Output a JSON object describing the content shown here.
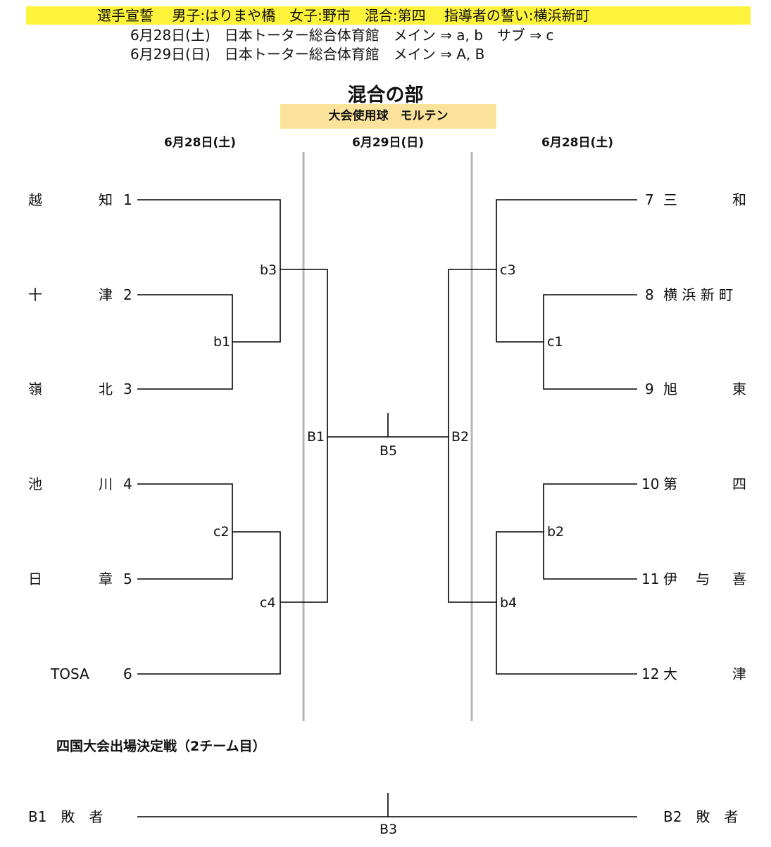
{
  "header": {
    "line1": "選手宣誓　 男子:はりまや橋　女子:野市　混合:第四　 指導者の誓い:横浜新町",
    "line2": "6月28日(土)　日本トーター総合体育館　メイン ⇒ a, b　サブ ⇒ c",
    "line3": "6月29日(日)　日本トーター総合体育館　メイン ⇒ A, B"
  },
  "title": "混合の部",
  "ball": "大会使用球　モルテン",
  "dates": {
    "left": "6月28日(土)",
    "center": "6月29日(日)",
    "right": "6月28日(土)"
  },
  "left_teams": [
    {
      "a": "越",
      "b": "知",
      "seed": "1"
    },
    {
      "a": "十",
      "b": "津",
      "seed": "2"
    },
    {
      "a": "嶺",
      "b": "北",
      "seed": "3"
    },
    {
      "a": "池",
      "b": "川",
      "seed": "4"
    },
    {
      "a": "日",
      "b": "章",
      "seed": "5"
    },
    {
      "a": "TOSA",
      "b": "",
      "seed": "6"
    }
  ],
  "right_teams": [
    {
      "seed": "7",
      "a": "三",
      "b": "和"
    },
    {
      "seed": "8",
      "a": "横 浜 新 町",
      "b": ""
    },
    {
      "seed": "9",
      "a": "旭",
      "b": "東"
    },
    {
      "seed": "10",
      "a": "第",
      "b": "四"
    },
    {
      "seed": "11",
      "a": "伊　 与",
      "b": "喜"
    },
    {
      "seed": "12",
      "a": "大",
      "b": "津"
    }
  ],
  "matches": {
    "b1": "b1",
    "b3": "b3",
    "c2": "c2",
    "c4": "c4",
    "c1": "c1",
    "c3": "c3",
    "b2": "b2",
    "b4": "b4",
    "B1": "B1",
    "B2": "B2",
    "B5": "B5"
  },
  "playoff": {
    "title": "四国大会出場決定戦（2チーム目）",
    "left": "B1　敗　者",
    "right": "B2　敗　者",
    "match": "B3"
  }
}
